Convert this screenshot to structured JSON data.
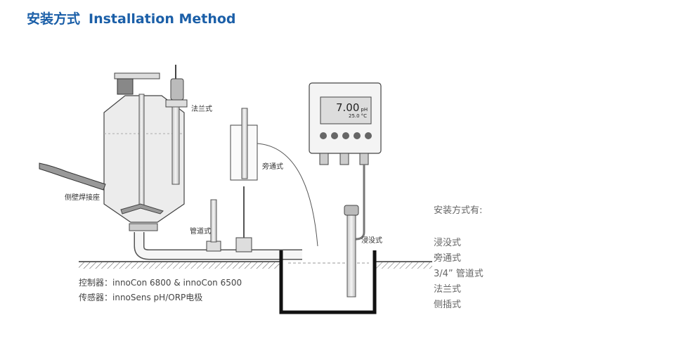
{
  "title": {
    "zh": "安装方式",
    "en": "Installation Method"
  },
  "labels": {
    "flange": "法兰式",
    "bypass": "旁通式",
    "side_weld": "侧壁焊接座",
    "pipeline": "管道式",
    "immersion": "浸没式"
  },
  "info": {
    "controller": "控制器：innoCon 6800 & innoCon 6500",
    "sensor": "传感器：innoSens pH/ORP电极"
  },
  "methods": {
    "header": "安装方式有:",
    "items": [
      "浸没式",
      "旁通式",
      "3/4” 管道式",
      "法兰式",
      "侧插式"
    ]
  },
  "controller_screen": {
    "value": "7.00",
    "unit": "pH",
    "temp": "25.0",
    "temp_unit": "°C"
  }
}
